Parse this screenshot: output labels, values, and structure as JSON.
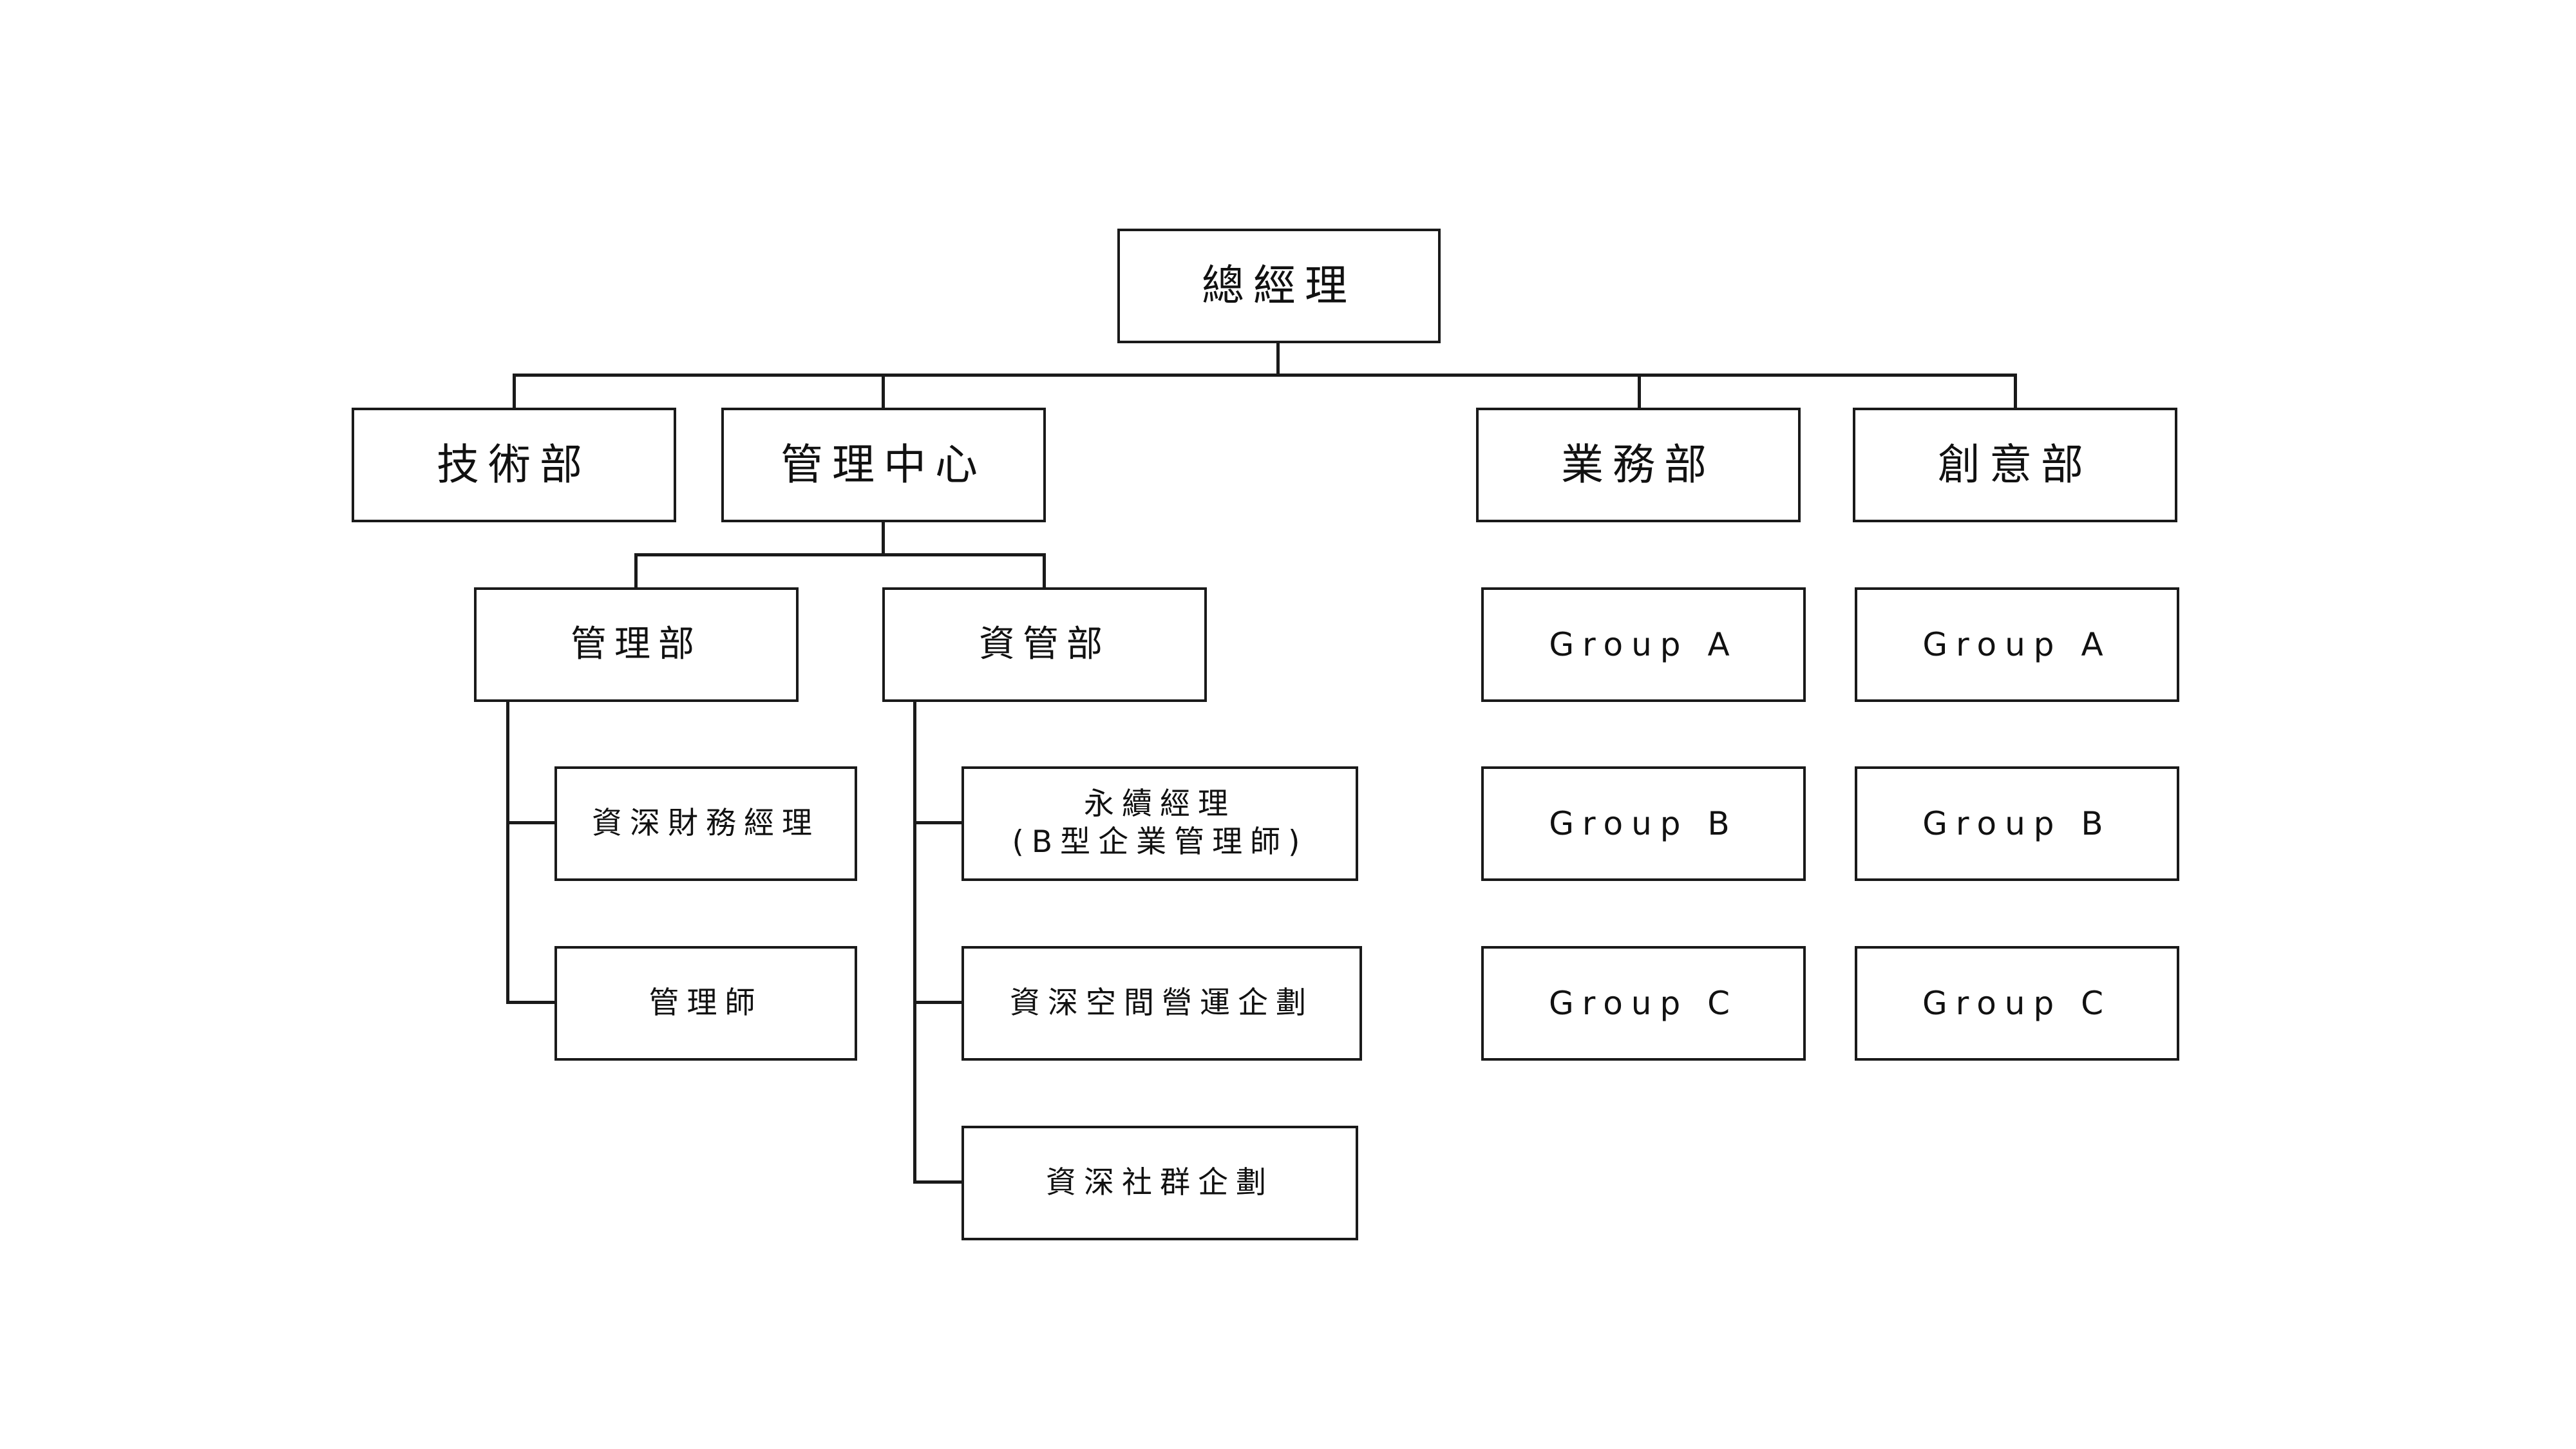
{
  "chart": {
    "root": {
      "label": "總經理"
    },
    "departments": [
      {
        "label": "技術部"
      },
      {
        "label": "管理中心"
      },
      {
        "label": "業務部"
      },
      {
        "label": "創意部"
      }
    ],
    "management_center": {
      "subdepartments": [
        {
          "label": "管理部",
          "roles": [
            {
              "label": "資深財務經理"
            },
            {
              "label": "管理師"
            }
          ]
        },
        {
          "label": "資管部",
          "roles": [
            {
              "label_line1": "永續經理",
              "label_line2": "(B型企業管理師)"
            },
            {
              "label": "資深空間營運企劃"
            },
            {
              "label": "資深社群企劃"
            }
          ]
        }
      ]
    },
    "business_groups": [
      {
        "label": "Group A"
      },
      {
        "label": "Group B"
      },
      {
        "label": "Group C"
      }
    ],
    "creative_groups": [
      {
        "label": "Group A"
      },
      {
        "label": "Group B"
      },
      {
        "label": "Group C"
      }
    ]
  },
  "colors": {
    "line": "#1a1a1a",
    "box_fill": "#ffffff",
    "text": "#111111"
  }
}
